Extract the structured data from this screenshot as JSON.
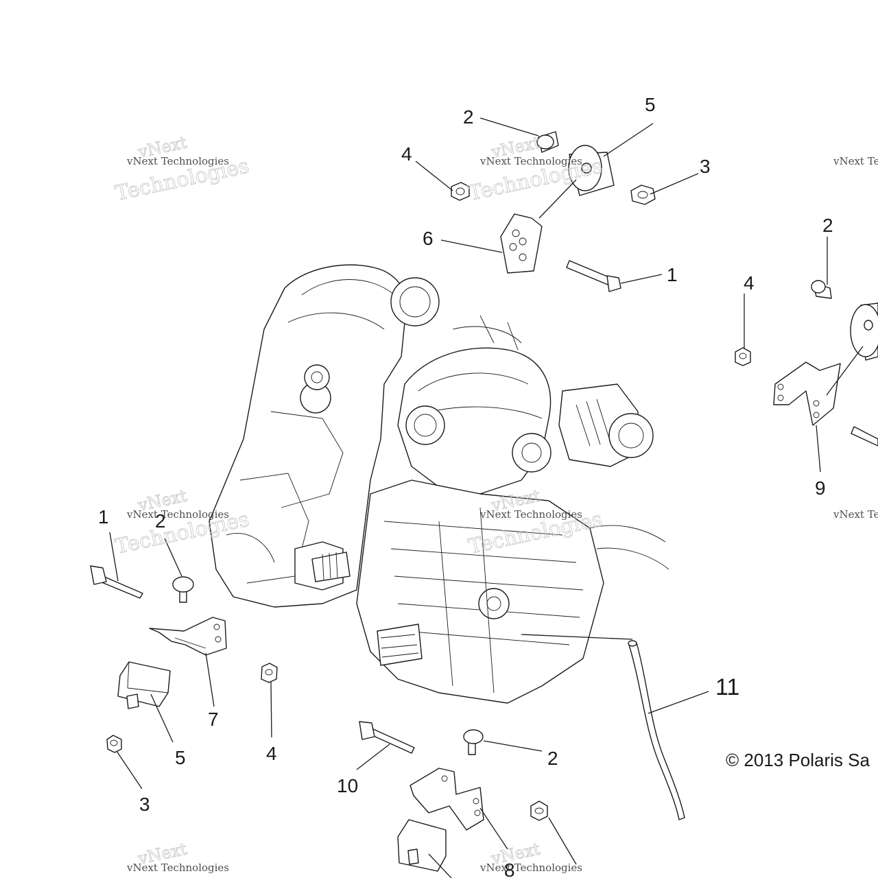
{
  "diagram": {
    "callouts": [
      {
        "id": "c-2a",
        "label": "2"
      },
      {
        "id": "c-5a",
        "label": "5"
      },
      {
        "id": "c-4a",
        "label": "4"
      },
      {
        "id": "c-3a",
        "label": "3"
      },
      {
        "id": "c-6",
        "label": "6"
      },
      {
        "id": "c-1a",
        "label": "1"
      },
      {
        "id": "c-2b",
        "label": "2"
      },
      {
        "id": "c-4b",
        "label": "4"
      },
      {
        "id": "c-9",
        "label": "9"
      },
      {
        "id": "c-1b",
        "label": "1"
      },
      {
        "id": "c-2c",
        "label": "2"
      },
      {
        "id": "c-7",
        "label": "7"
      },
      {
        "id": "c-5b",
        "label": "5"
      },
      {
        "id": "c-4c",
        "label": "4"
      },
      {
        "id": "c-3b",
        "label": "3"
      },
      {
        "id": "c-10",
        "label": "10"
      },
      {
        "id": "c-2d",
        "label": "2"
      },
      {
        "id": "c-11",
        "label": "11"
      },
      {
        "id": "c-8",
        "label": "8"
      }
    ],
    "copyright": "© 2013 Polaris Sa",
    "watermark": {
      "brand": "vNext",
      "line": "vNext Technologies",
      "word": "Technologies"
    }
  }
}
